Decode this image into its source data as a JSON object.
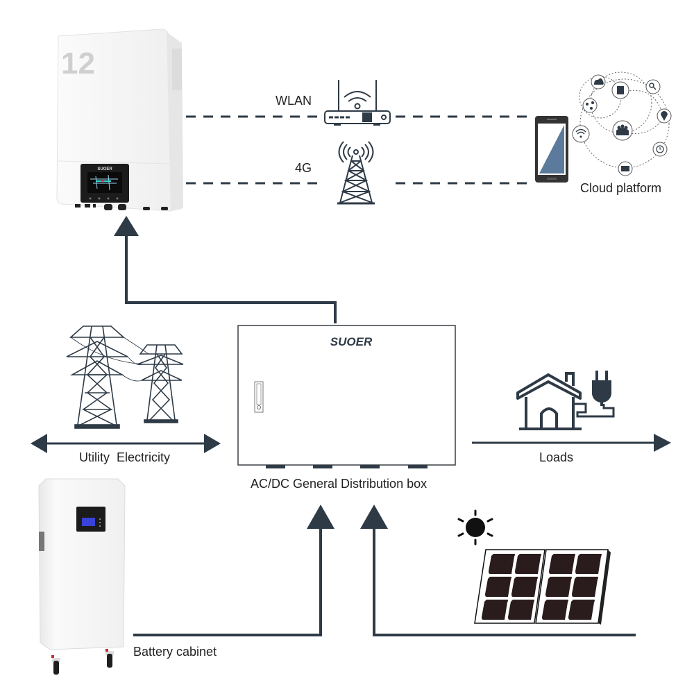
{
  "colors": {
    "line": "#2e3a46",
    "device_body": "#f4f4f4",
    "screen": "#1c1c1c",
    "phone_screen": "#5b7a9c",
    "battery_screen": "#3a43d8",
    "solar_cell": "#2a1c1c"
  },
  "inverter": {
    "model_mark": "12",
    "brand": "SUOER"
  },
  "links": {
    "wlan_label": "WLAN",
    "g4_label": "4G"
  },
  "cloud": {
    "label": "Cloud platform",
    "nodes": [
      "cloud-icon",
      "document-icon",
      "search-icon",
      "share-icon",
      "location-icon",
      "people-icon",
      "wifi-icon",
      "clock-icon",
      "folder-icon"
    ]
  },
  "distribution_box": {
    "brand": "SUOER",
    "label": "AC/DC General Distribution box"
  },
  "utility": {
    "label": "Utility  Electricity"
  },
  "loads": {
    "label": "Loads"
  },
  "battery": {
    "label": "Battery cabinet"
  }
}
